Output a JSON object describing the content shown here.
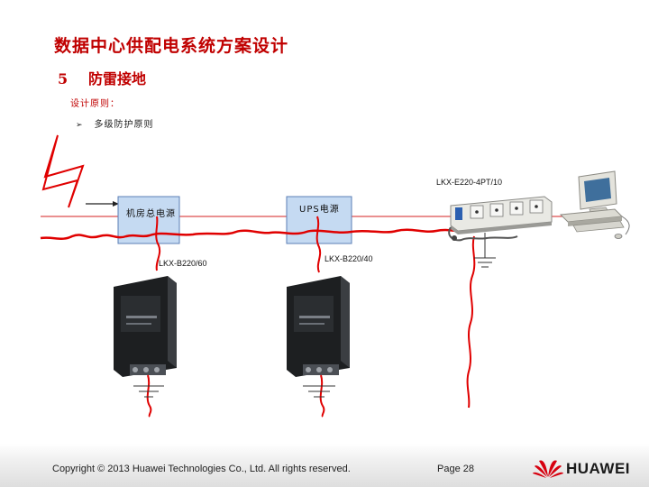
{
  "title": "数据中心供配电系统方案设计",
  "section": {
    "number": "5",
    "heading": "防雷接地"
  },
  "principle_label": "设计原则：",
  "bullet": "多级防护原则",
  "diagram": {
    "main_panel_label": "机房总电源",
    "ups_label": "UPS电源",
    "pdu_model": "LKX-E220-4PT/10",
    "arrester_left_model": "LKX-B220/60",
    "arrester_right_model": "LKX-B220/40"
  },
  "footer": {
    "copyright": "Copyright © 2013 Huawei Technologies Co., Ltd. All rights reserved.",
    "page": "Page 28",
    "brand": "HUAWEI"
  },
  "colors": {
    "accent": "#c00000",
    "line": "#d42020",
    "lightning": "#e00000",
    "box_fill": "#c5daf2",
    "box_border": "#5b7fb6"
  }
}
